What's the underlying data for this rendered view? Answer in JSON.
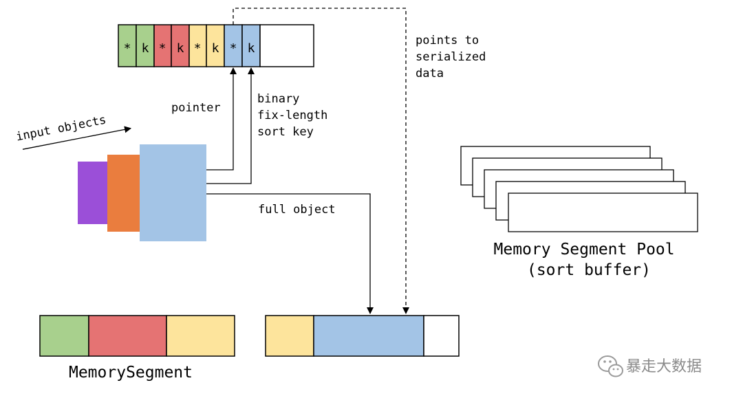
{
  "sort_index": {
    "cells": [
      "*",
      "k",
      "*",
      "k",
      "*",
      "k",
      "*",
      "k"
    ],
    "cell_colors": [
      "#a8d08d",
      "#a8d08d",
      "#e57373",
      "#e57373",
      "#fde49c",
      "#fde49c",
      "#a3c4e6",
      "#a3c4e6"
    ]
  },
  "labels": {
    "points_to": [
      "points to",
      "serialized",
      "data"
    ],
    "pointer": "pointer",
    "sort_key": [
      "binary",
      "fix-length",
      "sort key"
    ],
    "input_objects": "input objects",
    "full_object": "full object",
    "memory_segment": "MemorySegment",
    "pool_title": [
      "Memory Segment Pool",
      "(sort buffer)"
    ]
  },
  "input_objects_colors": [
    "#9b4fd8",
    "#ea7d3e",
    "#a3c4e6"
  ],
  "memory_segment_colors": [
    "#a8d08d",
    "#e57373",
    "#fde49c"
  ],
  "record_buffer_colors": [
    "#fde49c",
    "#a3c4e6",
    "#ffffff"
  ],
  "watermark": {
    "text": "暴走大数据",
    "icon": "wechat-icon"
  }
}
